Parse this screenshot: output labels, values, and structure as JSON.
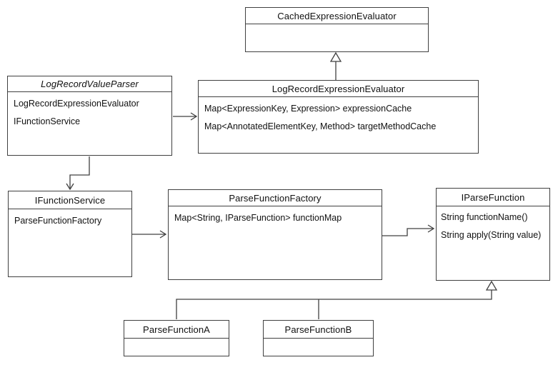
{
  "diagram": {
    "background_color": "#ffffff",
    "stroke_color": "#404040",
    "text_color": "#111111"
  },
  "classes": [
    {
      "title": "CachedExpressionEvaluator",
      "members": []
    },
    {
      "title": "LogRecordValueParser",
      "members": [
        "LogRecordExpressionEvaluator",
        "IFunctionService"
      ]
    },
    {
      "title": "LogRecordExpressionEvaluator",
      "members": [
        "Map<ExpressionKey, Expression> expressionCache",
        "Map<AnnotatedElementKey, Method> targetMethodCache"
      ]
    },
    {
      "title": "IFunctionService",
      "members": [
        "ParseFunctionFactory"
      ]
    },
    {
      "title": "ParseFunctionFactory",
      "members": [
        "Map<String, IParseFunction> functionMap"
      ]
    },
    {
      "title": "IParseFunction",
      "members": [
        "String functionName()",
        "String apply(String value)"
      ]
    },
    {
      "title": "ParseFunctionA",
      "members": []
    },
    {
      "title": "ParseFunctionB",
      "members": []
    }
  ],
  "relationships": [
    {
      "type": "generalization",
      "from": "LogRecordExpressionEvaluator",
      "to": "CachedExpressionEvaluator"
    },
    {
      "type": "association",
      "from": "LogRecordValueParser",
      "to": "LogRecordExpressionEvaluator"
    },
    {
      "type": "association",
      "from": "LogRecordValueParser",
      "to": "IFunctionService"
    },
    {
      "type": "association",
      "from": "IFunctionService",
      "to": "ParseFunctionFactory"
    },
    {
      "type": "association",
      "from": "ParseFunctionFactory",
      "to": "IParseFunction"
    },
    {
      "type": "generalization",
      "from": "ParseFunctionA",
      "to": "IParseFunction"
    },
    {
      "type": "generalization",
      "from": "ParseFunctionB",
      "to": "IParseFunction"
    }
  ]
}
